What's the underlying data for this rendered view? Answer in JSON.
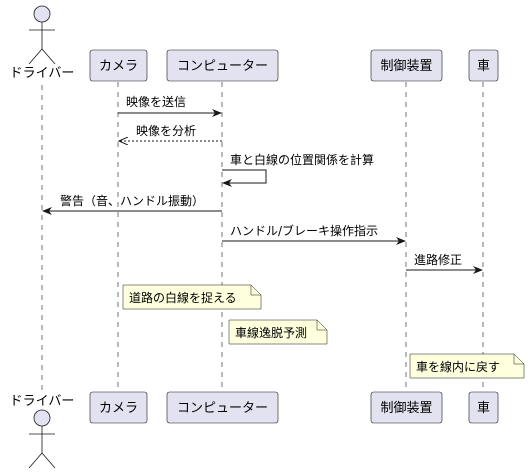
{
  "participants": {
    "driver": "ドライバー",
    "camera": "カメラ",
    "computer": "コンピューター",
    "controller": "制御装置",
    "car": "車"
  },
  "messages": {
    "m1": "映像を送信",
    "m2": "映像を分析",
    "m3": "車と白線の位置関係を計算",
    "m4": "警告（音、ハンドル振動）",
    "m5": "ハンドル/ブレーキ操作指示",
    "m6": "進路修正"
  },
  "notes": {
    "n1": "道路の白線を捉える",
    "n2": "車線逸脱予測",
    "n3": "車を線内に戻す"
  },
  "colors": {
    "participant_fill": "#E2E2F0",
    "note_fill": "#FEFFDD",
    "line": "#181818"
  }
}
